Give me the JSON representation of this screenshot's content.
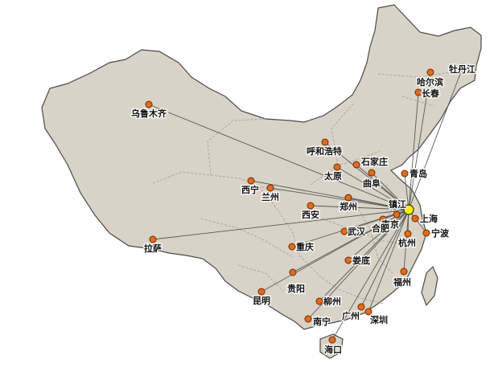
{
  "hub": {
    "name": "镇江"
  },
  "cities": [
    {
      "id": "urumqi",
      "label": "乌鲁木齐"
    },
    {
      "id": "harbin",
      "label": "哈尔滨"
    },
    {
      "id": "mudanjiang",
      "label": "牡丹江"
    },
    {
      "id": "changchun",
      "label": "长春"
    },
    {
      "id": "hohhot",
      "label": "呼和浩特"
    },
    {
      "id": "shijiazhuang",
      "label": "石家庄"
    },
    {
      "id": "taiyuan",
      "label": "太原"
    },
    {
      "id": "qufu",
      "label": "曲阜"
    },
    {
      "id": "qingdao",
      "label": "青岛"
    },
    {
      "id": "xining",
      "label": "西宁"
    },
    {
      "id": "lanzhou",
      "label": "兰州"
    },
    {
      "id": "zhengzhou",
      "label": "郑州"
    },
    {
      "id": "xian",
      "label": "西安"
    },
    {
      "id": "nanjing",
      "label": "南京"
    },
    {
      "id": "shanghai",
      "label": "上海"
    },
    {
      "id": "hefei",
      "label": "合肥"
    },
    {
      "id": "wuhan",
      "label": "武汉"
    },
    {
      "id": "hangzhou",
      "label": "杭州"
    },
    {
      "id": "ningbo",
      "label": "宁波"
    },
    {
      "id": "lhasa",
      "label": "拉萨"
    },
    {
      "id": "chongqing",
      "label": "重庆"
    },
    {
      "id": "loudi",
      "label": "娄底"
    },
    {
      "id": "guiyang",
      "label": "贵阳"
    },
    {
      "id": "fuzhou",
      "label": "福州"
    },
    {
      "id": "kunming",
      "label": "昆明"
    },
    {
      "id": "liuzhou",
      "label": "柳州"
    },
    {
      "id": "guangzhou",
      "label": "广州"
    },
    {
      "id": "shenzhen",
      "label": "深圳"
    },
    {
      "id": "nanning",
      "label": "南宁"
    },
    {
      "id": "haikou",
      "label": "海口"
    }
  ]
}
